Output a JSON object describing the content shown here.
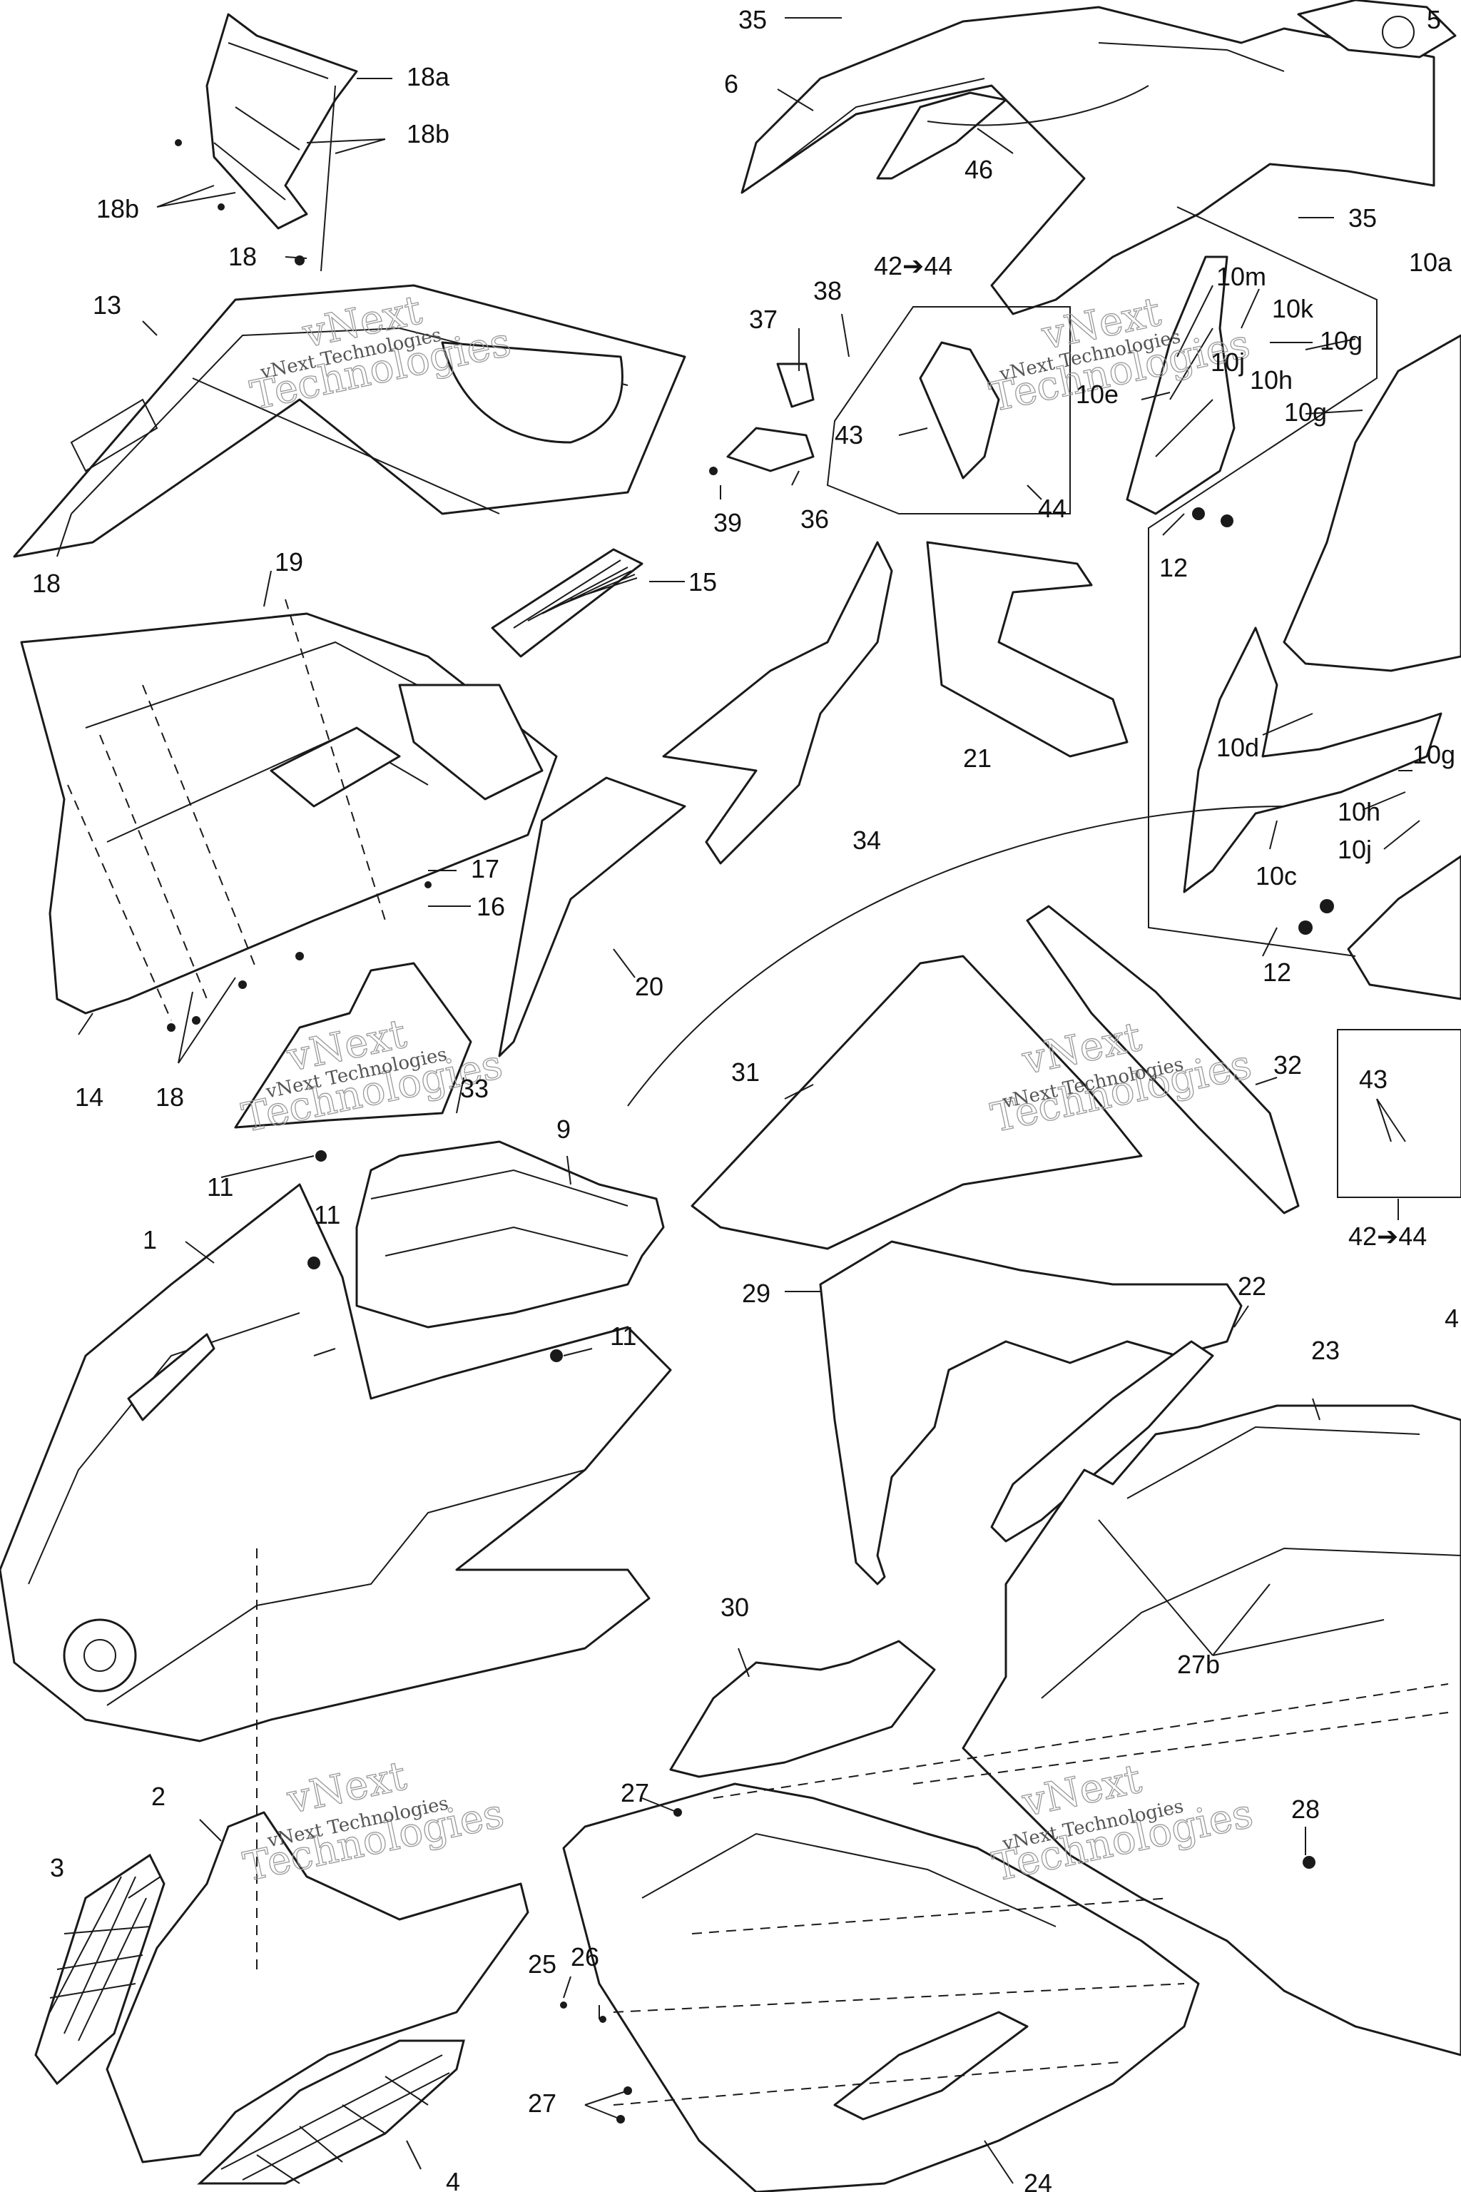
{
  "watermark": {
    "line1": "vNext",
    "line2": "Technologies",
    "full": "vNext Technologies"
  },
  "callouts": {
    "c1": "1",
    "c2": "2",
    "c3": "3",
    "c4": "4",
    "c4b": "4",
    "c5": "5",
    "c6": "6",
    "c9": "9",
    "c10a": "10a",
    "c10c": "10c",
    "c10d": "10d",
    "c10e": "10e",
    "c10g1": "10g",
    "c10g2": "10g",
    "c10g3": "10g",
    "c10h1": "10h",
    "c10h2": "10h",
    "c10j1": "10j",
    "c10j2": "10j",
    "c10k": "10k",
    "c10m": "10m",
    "c11a": "11",
    "c11b": "11",
    "c11c": "11",
    "c12a": "12",
    "c12b": "12",
    "c13": "13",
    "c14": "14",
    "c15": "15",
    "c16": "16",
    "c17": "17",
    "c18a": "18",
    "c18b": "18",
    "c18c": "18",
    "c18a_top": "18a",
    "c18b_top": "18b",
    "c18b_left": "18b",
    "c19": "19",
    "c20": "20",
    "c21": "21",
    "c22": "22",
    "c23": "23",
    "c24": "24",
    "c25": "25",
    "c26": "26",
    "c27a": "27",
    "c27c": "27",
    "c27b": "27b",
    "c28": "28",
    "c29": "29",
    "c30": "30",
    "c31": "31",
    "c32": "32",
    "c33": "33",
    "c34": "34",
    "c35a": "35",
    "c35b": "35",
    "c36": "36",
    "c37": "37",
    "c38": "38",
    "c39": "39",
    "c42a": "42➔44",
    "c42b": "42➔44",
    "c43a": "43",
    "c43b": "43",
    "c44": "44",
    "c46": "46"
  }
}
